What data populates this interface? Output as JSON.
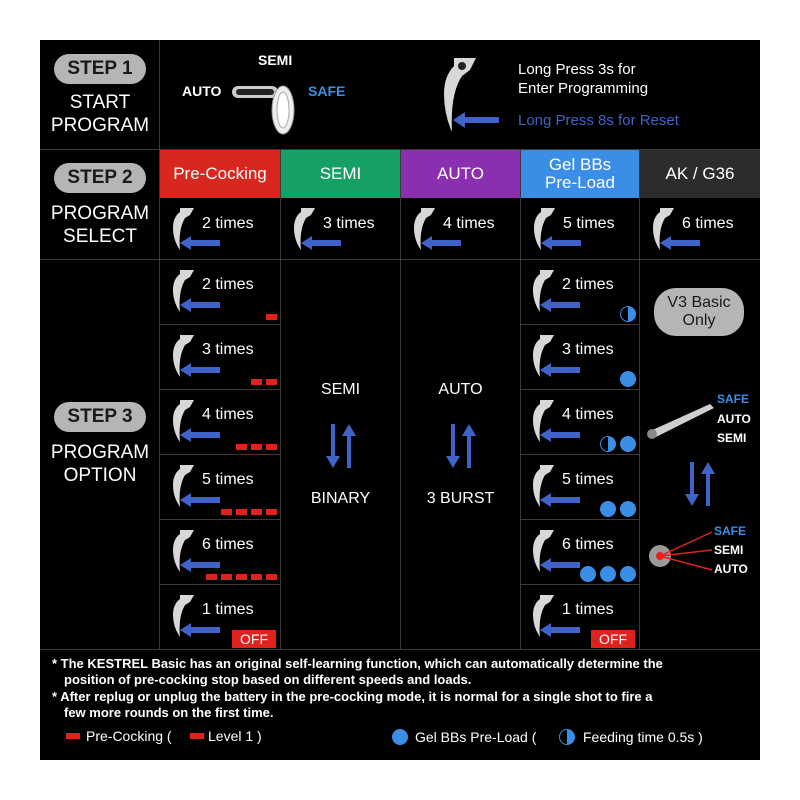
{
  "step1": {
    "pill": "STEP 1",
    "title_line1": "START",
    "title_line2": "PROGRAM",
    "selector": {
      "semi": "SEMI",
      "auto": "AUTO",
      "safe": "SAFE"
    },
    "instruction1_line1": "Long Press 3s for",
    "instruction1_line2": "Enter Programming",
    "instruction2": "Long Press 8s for Reset"
  },
  "step2": {
    "pill": "STEP 2",
    "title_line1": "PROGRAM",
    "title_line2": "SELECT",
    "modes": [
      {
        "label": "Pre-Cocking",
        "color": "#d8271f",
        "times": "2 times"
      },
      {
        "label": "SEMI",
        "color": "#16a064",
        "times": "3 times"
      },
      {
        "label": "AUTO",
        "color": "#8a2fb0",
        "times": "4 times"
      },
      {
        "label_line1": "Gel BBs",
        "label_line2": "Pre-Load",
        "color": "#3a8ee6",
        "times": "5 times"
      },
      {
        "label": "AK / G36",
        "color": "#2c2c2c",
        "times": "6 times"
      }
    ]
  },
  "step3": {
    "pill": "STEP 3",
    "title_line1": "PROGRAM",
    "title_line2": "OPTION",
    "precocking_options": [
      "2 times",
      "3 times",
      "4 times",
      "5 times",
      "6 times",
      "1 times"
    ],
    "precocking_levels": [
      1,
      2,
      3,
      4,
      5,
      0
    ],
    "semi_col": {
      "top": "SEMI",
      "bottom": "BINARY"
    },
    "auto_col": {
      "top": "AUTO",
      "bottom": "3 BURST"
    },
    "gel_options": [
      "2 times",
      "3 times",
      "4 times",
      "5 times",
      "6 times",
      "1 times"
    ],
    "off_label": "OFF",
    "v3": {
      "line1": "V3 Basic",
      "line2": "Only"
    },
    "lever1": {
      "safe": "SAFE",
      "auto": "AUTO",
      "semi": "SEMI"
    },
    "lever2": {
      "safe": "SAFE",
      "semi": "SEMI",
      "auto": "AUTO"
    }
  },
  "notes": {
    "note1_line1": "* The KESTREL Basic has an original self-learning function, which can automatically determine the",
    "note1_line2": "position of pre-cocking stop based on different speeds and loads.",
    "note2_line1": "* After replug or unplug the battery in the pre-cocking mode, it is normal for a single shot to fire a",
    "note2_line2": "few more rounds on the first time."
  },
  "legend": {
    "precocking": "Pre-Cocking (",
    "level": "Level 1 )",
    "gel": "Gel BBs Pre-Load  (",
    "feeding": "Feeding time 0.5s )"
  },
  "colors": {
    "red": "#e0221f",
    "blue": "#3a8ee6",
    "arrow_blue": "#3f63c8",
    "grey": "#b5b5b5"
  }
}
